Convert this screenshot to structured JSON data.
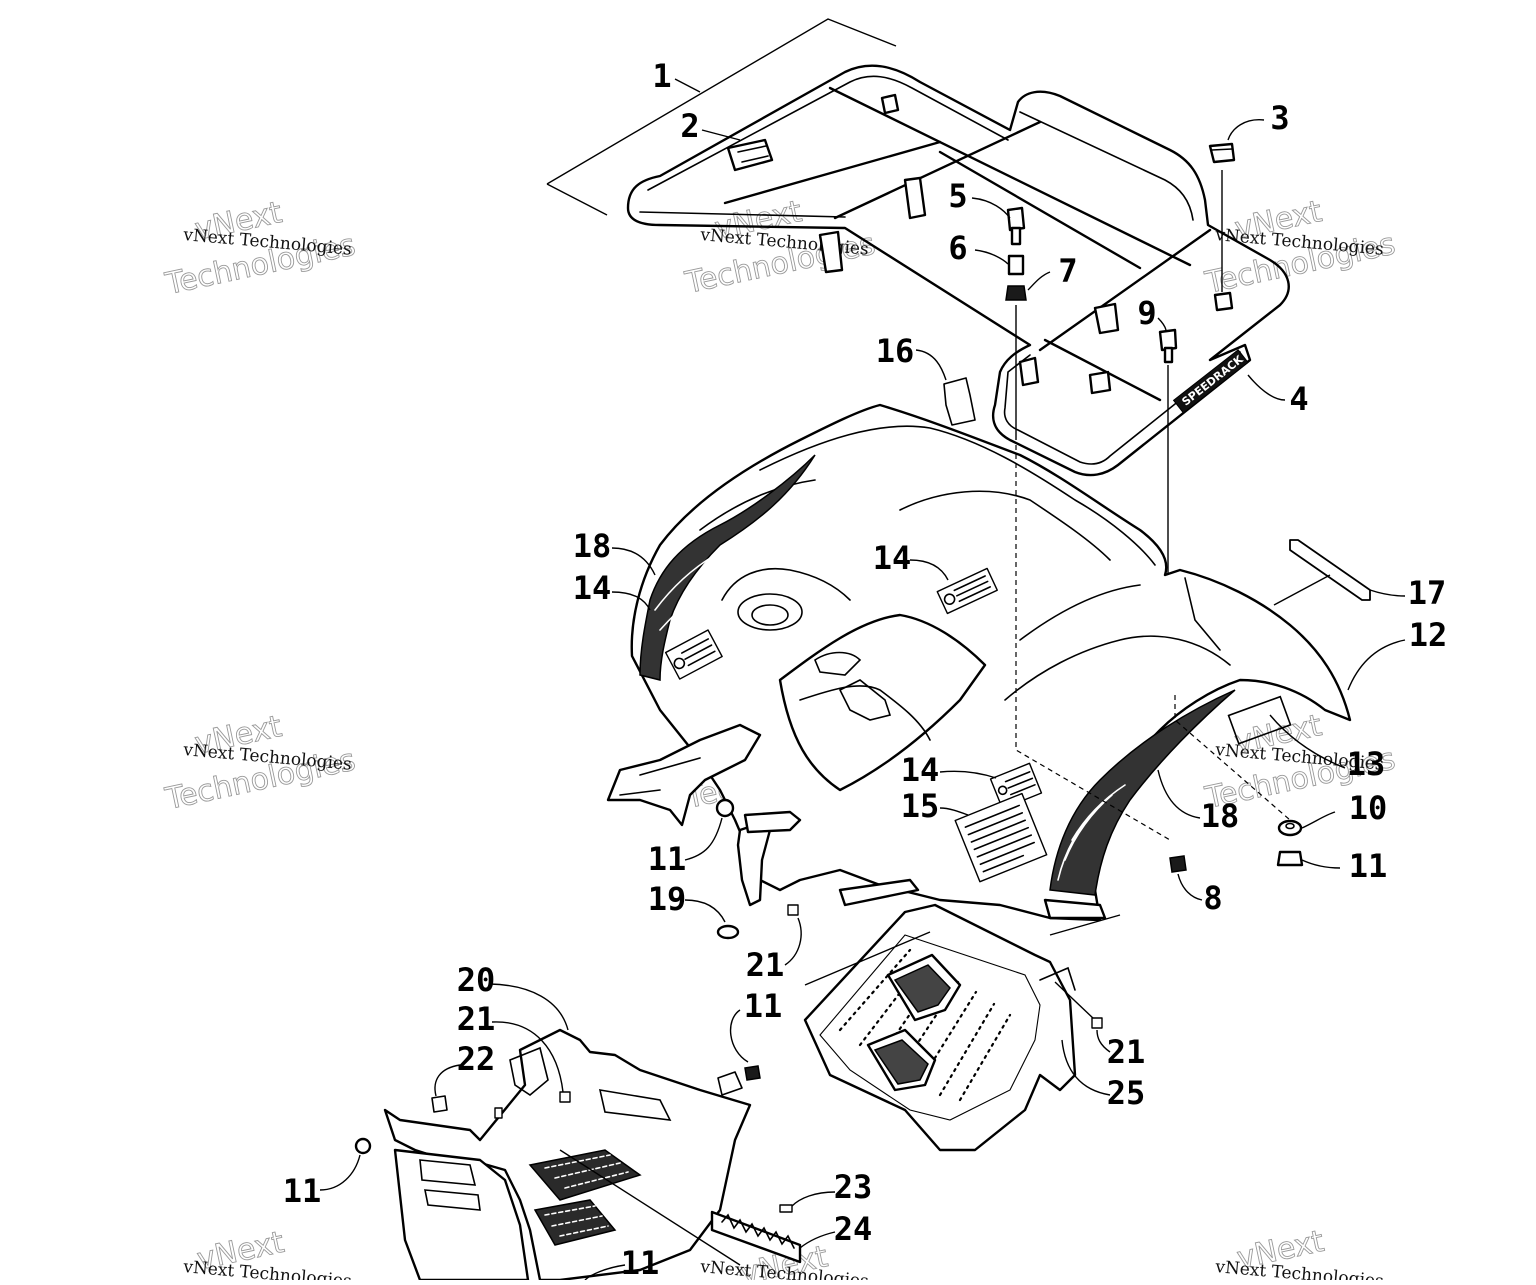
{
  "watermark": {
    "line1": "vNext Technologies",
    "line2a": "vNext",
    "line2b": "Technologies"
  },
  "decal_text": "SPEEDRACK",
  "callouts": [
    {
      "id": "c1",
      "text": "1"
    },
    {
      "id": "c2",
      "text": "2"
    },
    {
      "id": "c3",
      "text": "3"
    },
    {
      "id": "c4",
      "text": "4"
    },
    {
      "id": "c5",
      "text": "5"
    },
    {
      "id": "c6",
      "text": "6"
    },
    {
      "id": "c7",
      "text": "7"
    },
    {
      "id": "c8",
      "text": "8"
    },
    {
      "id": "c9",
      "text": "9"
    },
    {
      "id": "c10",
      "text": "10"
    },
    {
      "id": "c11a",
      "text": "11"
    },
    {
      "id": "c11b",
      "text": "11"
    },
    {
      "id": "c11c",
      "text": "11"
    },
    {
      "id": "c11d",
      "text": "11"
    },
    {
      "id": "c11e",
      "text": "11"
    },
    {
      "id": "c12",
      "text": "12"
    },
    {
      "id": "c13",
      "text": "13"
    },
    {
      "id": "c14a",
      "text": "14"
    },
    {
      "id": "c14b",
      "text": "14"
    },
    {
      "id": "c14c",
      "text": "14"
    },
    {
      "id": "c15",
      "text": "15"
    },
    {
      "id": "c16",
      "text": "16"
    },
    {
      "id": "c17",
      "text": "17"
    },
    {
      "id": "c18a",
      "text": "18"
    },
    {
      "id": "c18b",
      "text": "18"
    },
    {
      "id": "c19",
      "text": "19"
    },
    {
      "id": "c20",
      "text": "20"
    },
    {
      "id": "c21a",
      "text": "21"
    },
    {
      "id": "c21b",
      "text": "21"
    },
    {
      "id": "c21c",
      "text": "21"
    },
    {
      "id": "c22",
      "text": "22"
    },
    {
      "id": "c23",
      "text": "23"
    },
    {
      "id": "c24",
      "text": "24"
    },
    {
      "id": "c25",
      "text": "25"
    }
  ]
}
